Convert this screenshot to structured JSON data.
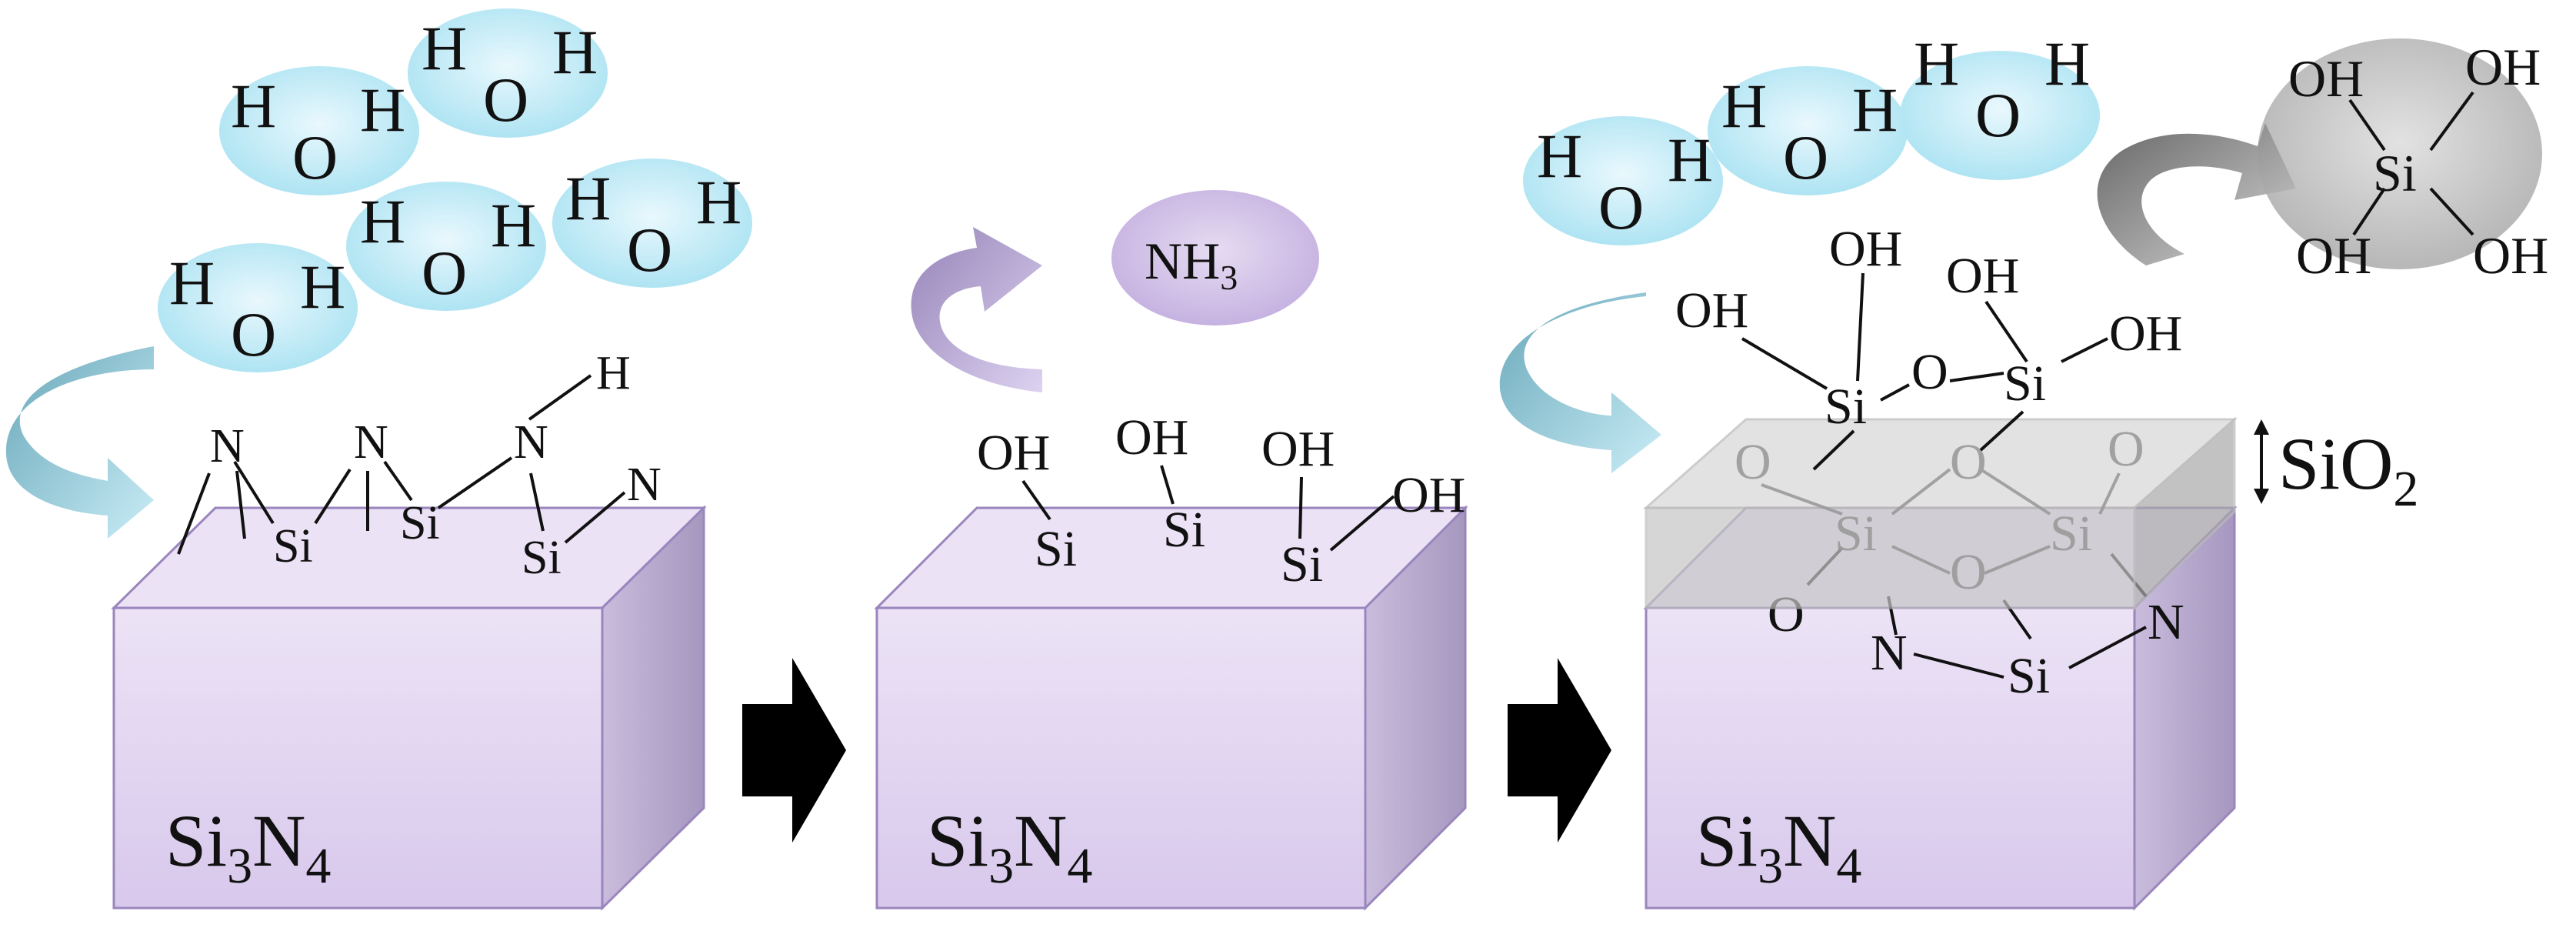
{
  "labels": {
    "substrate": [
      "Si",
      "3",
      "N",
      "4"
    ],
    "oxide": [
      "SiO",
      "2"
    ],
    "ammonia": [
      "NH",
      "3"
    ]
  },
  "atoms": {
    "O": "O",
    "H": "H",
    "N": "N",
    "Si": "Si",
    "OH": "OH"
  },
  "colors": {
    "water": "#a9e2f2",
    "block_front": "#e8dcf4",
    "block_top": "#ece3f6",
    "block_side": "#b3a6c8",
    "block_edge": "#9a86bd",
    "ammonia": "#c9b6e0",
    "silicic_acid": "#b9b9b9",
    "oxide_layer": "#c8c8c8",
    "arrow_blue": "#8fd2e6",
    "arrow_purple": "#bfaedb",
    "arrow_gray": "#999999"
  }
}
